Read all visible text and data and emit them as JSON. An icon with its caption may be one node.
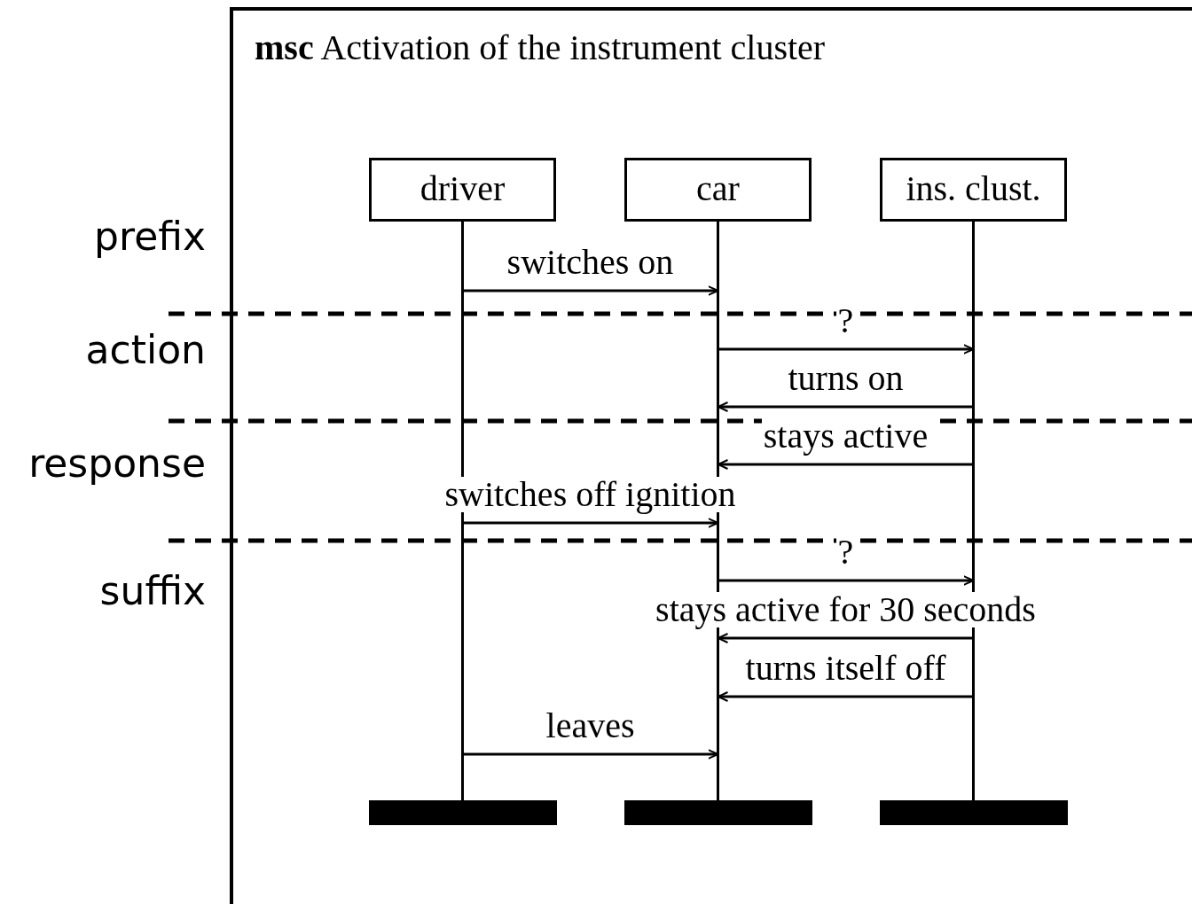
{
  "diagram": {
    "nodes": [
      {
        "text": [
          "**msc** Activation of the instrument cluster"
        ]
      },
      {
        "text": [
          "driver"
        ],
        "in": 0
      },
      {
        "text": [
          "car"
        ],
        "in": 0
      },
      {
        "text": [
          "ins. clust."
        ],
        "in": 0
      }
    ],
    "edges": [
      {
        "from": 1,
        "to": 2,
        "arrow": "to",
        "label": "switches on"
      },
      {
        "from": 2,
        "to": 3,
        "arrow": "to",
        "label": "?"
      },
      {
        "from": 3,
        "to": 2,
        "arrow": "to",
        "label": "turns on"
      },
      {
        "from": 3,
        "to": 2,
        "arrow": "to",
        "label": "stays active"
      },
      {
        "from": 1,
        "to": 2,
        "arrow": "to",
        "label": "switches off ignition"
      },
      {
        "from": 2,
        "to": 3,
        "arrow": "to",
        "label": "?"
      },
      {
        "from": 3,
        "to": 2,
        "arrow": "to",
        "label": "stays active for 30 seconds"
      },
      {
        "from": 3,
        "to": 2,
        "arrow": "to",
        "label": "turns itself off"
      },
      {
        "from": 1,
        "to": 2,
        "arrow": "to",
        "label": "leaves"
      }
    ],
    "labels": [
      "prefix",
      "action",
      "response",
      "suffix"
    ]
  }
}
